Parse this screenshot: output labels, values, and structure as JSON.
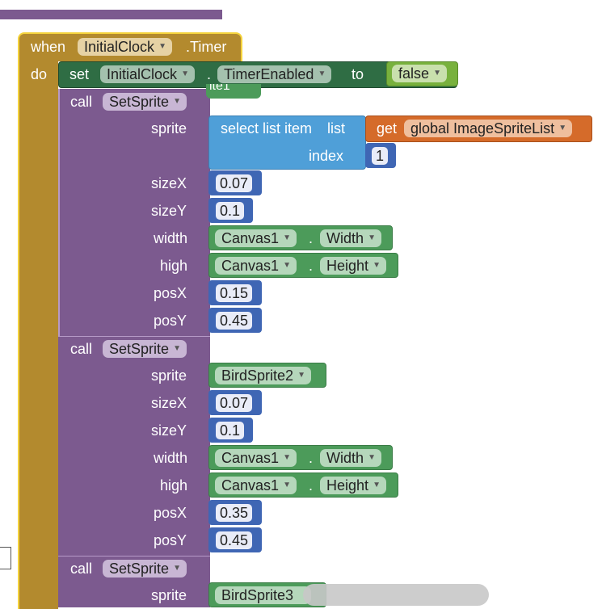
{
  "event": {
    "when_label": "when",
    "component": "InitialClock",
    "event_name": ".Timer",
    "do_label": "do"
  },
  "set_block": {
    "set_label": "set",
    "component": "InitialClock",
    "dot": ".",
    "property": "TimerEnabled",
    "to_label": "to",
    "value": "false",
    "hidden_fragment": "ite1"
  },
  "calls": [
    {
      "call_label": "call",
      "procedure": "SetSprite",
      "params": {
        "sprite_label": "sprite",
        "sizeX_label": "sizeX",
        "sizeY_label": "sizeY",
        "width_label": "width",
        "high_label": "high",
        "posX_label": "posX",
        "posY_label": "posY"
      },
      "sprite_select": {
        "select_label": "select list item",
        "list_label": "list",
        "index_label": "index",
        "get_label": "get",
        "variable": "global ImageSpriteList",
        "index_value": "1"
      },
      "sizeX": "0.07",
      "sizeY": "0.1",
      "width_component": "Canvas1",
      "width_property": "Width",
      "high_component": "Canvas1",
      "high_property": "Height",
      "posX": "0.15",
      "posY": "0.45"
    },
    {
      "call_label": "call",
      "procedure": "SetSprite",
      "params": {
        "sprite_label": "sprite",
        "sizeX_label": "sizeX",
        "sizeY_label": "sizeY",
        "width_label": "width",
        "high_label": "high",
        "posX_label": "posX",
        "posY_label": "posY"
      },
      "sprite_value": "BirdSprite2",
      "sizeX": "0.07",
      "sizeY": "0.1",
      "width_component": "Canvas1",
      "width_property": "Width",
      "high_component": "Canvas1",
      "high_property": "Height",
      "posX": "0.35",
      "posY": "0.45"
    },
    {
      "call_label": "call",
      "procedure": "SetSprite",
      "sprite_label": "sprite",
      "sprite_value": "BirdSprite3"
    }
  ],
  "dot": ".",
  "colors": {
    "event_block": "#b38a2e",
    "set_block": "#2f6d44",
    "procedure_block": "#7c5a8f",
    "list_block": "#4f9fd8",
    "variable_block": "#d56b2a",
    "math_block": "#3f66b4",
    "component_block": "#4c9b5a",
    "logic_block": "#78b13d"
  }
}
